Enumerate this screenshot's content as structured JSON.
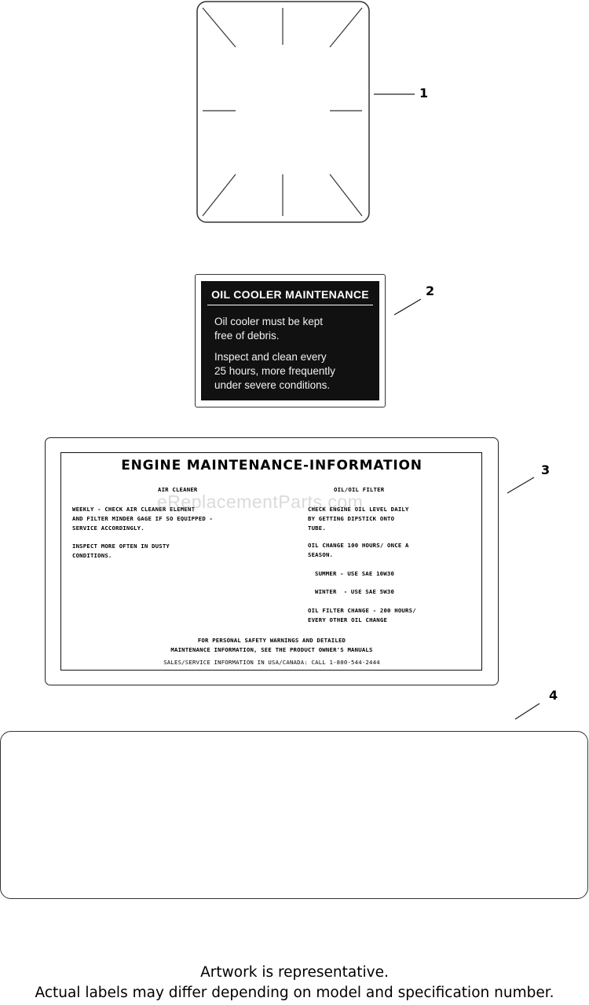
{
  "callouts": {
    "c1": "1",
    "c2": "2",
    "c3": "3",
    "c4": "4"
  },
  "oil_cooler_decal": {
    "title": "OIL COOLER MAINTENANCE",
    "line1": "Oil cooler must be kept",
    "line2": "free of debris.",
    "line3": "Inspect and clean every",
    "line4": "25 hours, more frequently",
    "line5": "under severe conditions."
  },
  "engine_decal": {
    "title": "ENGINE MAINTENANCE-INFORMATION",
    "air_cleaner_heading": "AIR CLEANER",
    "oil_filter_heading": "OIL/OIL FILTER",
    "air_line1": "WEEKLY - CHECK AIR CLEANER ELEMENT",
    "air_line2": "AND FILTER MINDER GAGE IF SO EQUIPPED -",
    "air_line3": "SERVICE ACCORDINGLY.",
    "air_line4": "INSPECT MORE OFTEN IN DUSTY",
    "air_line5": "CONDITIONS.",
    "oil_line1": "CHECK ENGINE OIL LEVEL DAILY",
    "oil_line2": "BY GETTING DIPSTICK ONTO",
    "oil_line3": "TUBE.",
    "oil_line4": "OIL CHANGE 100 HOURS/ ONCE A",
    "oil_line5": "SEASON.",
    "oil_line6": "SUMMER - USE SAE 10W30",
    "oil_line7": "WINTER  - USE SAE 5W30",
    "oil_line8": "OIL FILTER CHANGE - 200 HOURS/",
    "oil_line9": "EVERY OTHER OIL CHANGE",
    "foot_line1": "FOR PERSONAL SAFETY WARNINGS AND DETAILED",
    "foot_line2": "MAINTENANCE INFORMATION, SEE THE PRODUCT OWNER'S MANUALS",
    "foot_line3": "SALES/SERVICE INFORMATION IN USA/CANADA: CALL 1-800-544-2444"
  },
  "watermark": "eReplacementParts.com",
  "footer": {
    "line1": "Artwork is representative.",
    "line2": "Actual labels may differ depending on model and specification number."
  }
}
